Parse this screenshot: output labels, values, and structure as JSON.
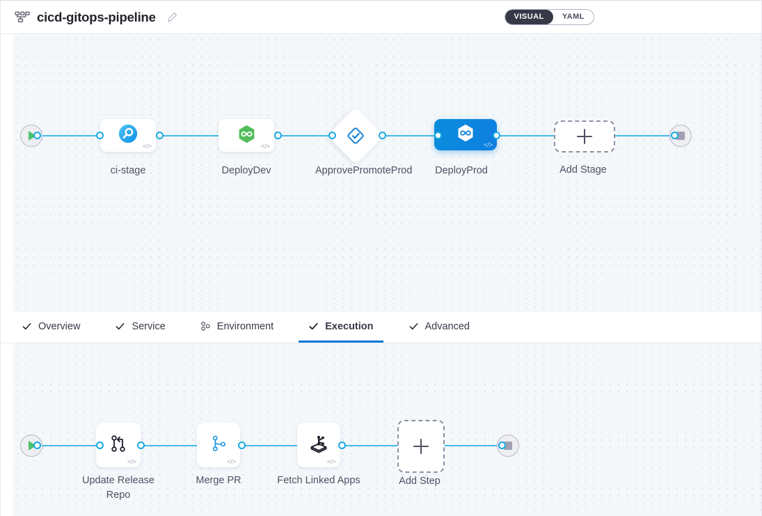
{
  "header": {
    "pipeline_icon": "pipeline-hierarchy-icon",
    "title": "cicd-gitops-pipeline",
    "edit_icon": "pencil-edit-icon",
    "view_toggle": {
      "options": [
        "VISUAL",
        "YAML"
      ],
      "selected": "VISUAL",
      "visual_label": "VISUAL",
      "yaml_label": "YAML",
      "active_bg": "#383946"
    }
  },
  "stage_canvas": {
    "start_node": "start-play-icon",
    "end_node": "stop-square-icon",
    "accent_color": "#17a9e0",
    "stages": [
      {
        "name": "ci-stage",
        "type": "ci",
        "icon": "harness-ci-icon",
        "selected": false,
        "code_badge": "</>"
      },
      {
        "name": "DeployDev",
        "type": "cd",
        "icon": "harness-cd-hexagon-icon",
        "selected": false,
        "code_badge": "</>"
      },
      {
        "name": "ApprovePromoteProd",
        "type": "approval",
        "icon": "approval-diamond-check-icon",
        "selected": false,
        "code_badge": ""
      },
      {
        "name": "DeployProd",
        "type": "cd",
        "icon": "harness-cd-hexagon-icon",
        "selected": true,
        "code_badge": "</>"
      }
    ],
    "add_stage": {
      "label": "Add Stage",
      "icon": "plus-icon"
    }
  },
  "tabs": [
    {
      "label": "Overview",
      "icon": "check-icon",
      "active": false
    },
    {
      "label": "Service",
      "icon": "check-icon",
      "active": false
    },
    {
      "label": "Environment",
      "icon": "environment-cluster-icon",
      "active": false
    },
    {
      "label": "Execution",
      "icon": "check-icon",
      "active": true
    },
    {
      "label": "Advanced",
      "icon": "check-icon",
      "active": false
    }
  ],
  "step_canvas": {
    "start_node": "start-play-icon",
    "end_node": "stop-square-icon",
    "steps": [
      {
        "name": "Update Release Repo",
        "icon": "git-merge-icon",
        "code_badge": "</>"
      },
      {
        "name": "Merge PR",
        "icon": "git-branch-icon",
        "code_badge": "</>"
      },
      {
        "name": "Fetch Linked Apps",
        "icon": "argo-octopus-icon",
        "code_badge": "</>"
      }
    ],
    "add_step": {
      "label": "Add Step",
      "icon": "plus-icon"
    }
  }
}
